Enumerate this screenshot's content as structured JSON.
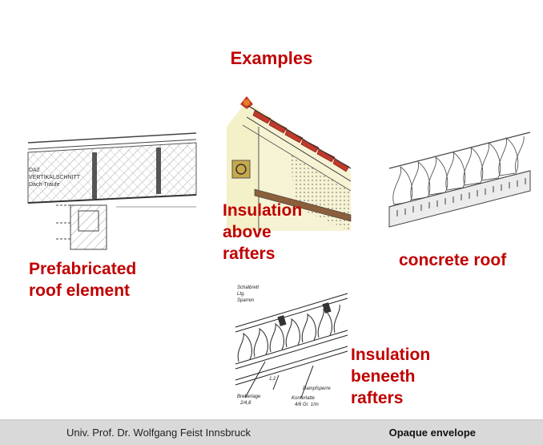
{
  "slide": {
    "title": "Examples",
    "captions": {
      "prefabricated": "Prefabricated\nroof element",
      "above_rafters": "Insulation\nabove\nrafters",
      "concrete": "concrete roof",
      "beneath_rafters": "Insulation\nbeneeth\nrafters"
    },
    "drawing_labels": {
      "prefab_label": "DA2\nVERTIKALSCHNITT\nDach-Traufe"
    }
  },
  "footer": {
    "author": "Univ. Prof. Dr. Wolfgang Feist Innsbruck",
    "topic": "Opaque envelope"
  },
  "colors": {
    "accent": "#c00000",
    "footer_bg": "#d9d9d9"
  }
}
